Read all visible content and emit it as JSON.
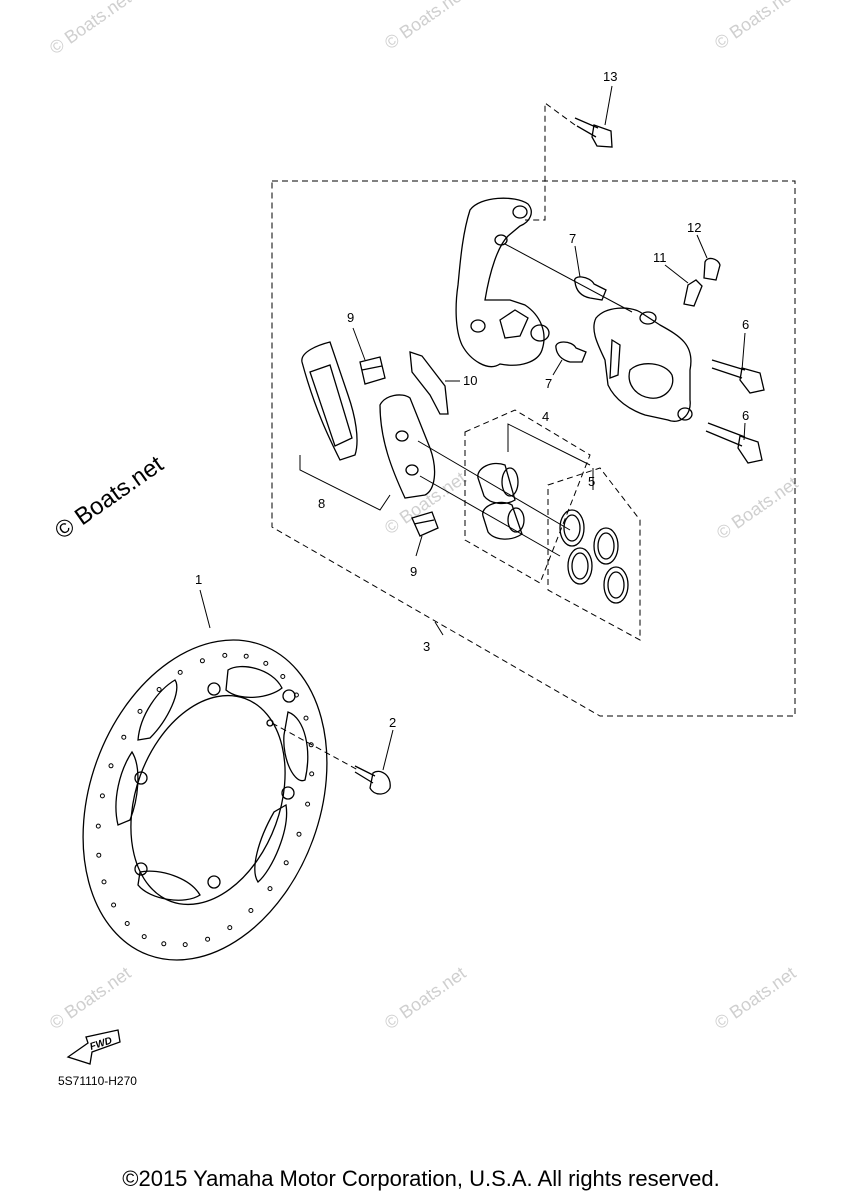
{
  "callouts": {
    "c1": "1",
    "c2": "2",
    "c3": "3",
    "c4": "4",
    "c5": "5",
    "c6a": "6",
    "c6b": "6",
    "c7a": "7",
    "c7b": "7",
    "c8": "8",
    "c9a": "9",
    "c9b": "9",
    "c10": "10",
    "c11": "11",
    "c12": "12",
    "c13": "13"
  },
  "watermarks": {
    "main": "© Boats.net",
    "small": "© Boats.net"
  },
  "diagram_code": "5S71110-H270",
  "fwd_label": "FWD",
  "copyright": "©2015 Yamaha Motor Corporation, U.S.A. All rights reserved."
}
